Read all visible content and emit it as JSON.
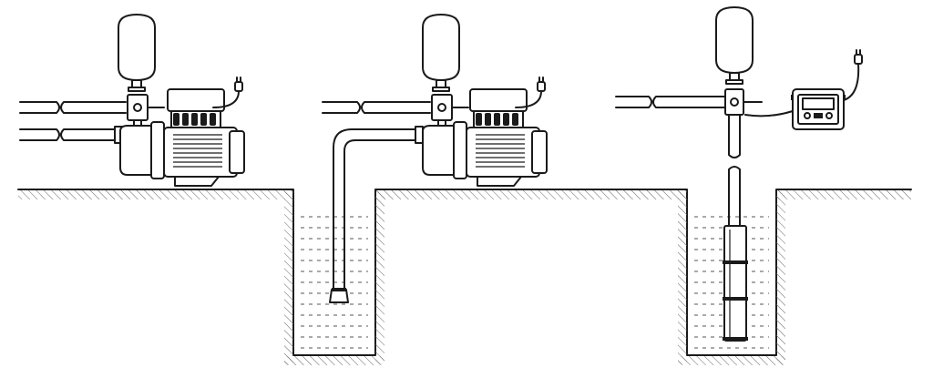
{
  "figure": {
    "panels": [
      {
        "id": "surface-pump-pressurisation"
      },
      {
        "id": "surface-pump-from-well"
      },
      {
        "id": "submersible-pump-in-well"
      }
    ],
    "controller_label": "",
    "colors": {
      "line": "#1a1a1a",
      "hatch": "#555555",
      "background": "#ffffff"
    }
  }
}
